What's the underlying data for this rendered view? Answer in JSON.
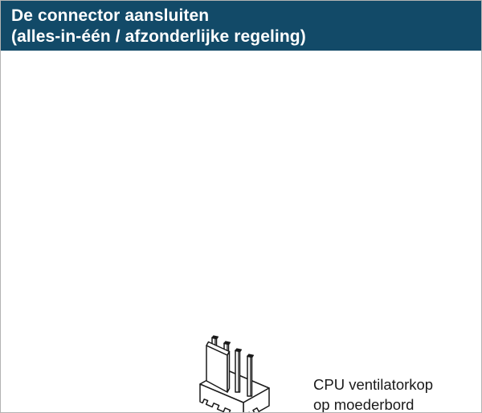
{
  "header": {
    "title_line1": "De connector aansluiten",
    "title_line2": "(alles-in-één / afzonderlijke regeling)",
    "bg_color": "#124a68",
    "text_color": "#ffffff"
  },
  "figure": {
    "illustration": "cpu-fan-header-4pin-isometric-line-drawing",
    "caption_line1": "CPU ventilatorkop",
    "caption_line2": "op moederbord"
  },
  "colors": {
    "page_border": "#b3b3b3",
    "line_art": "#1a1a1a",
    "body_bg": "#ffffff"
  }
}
